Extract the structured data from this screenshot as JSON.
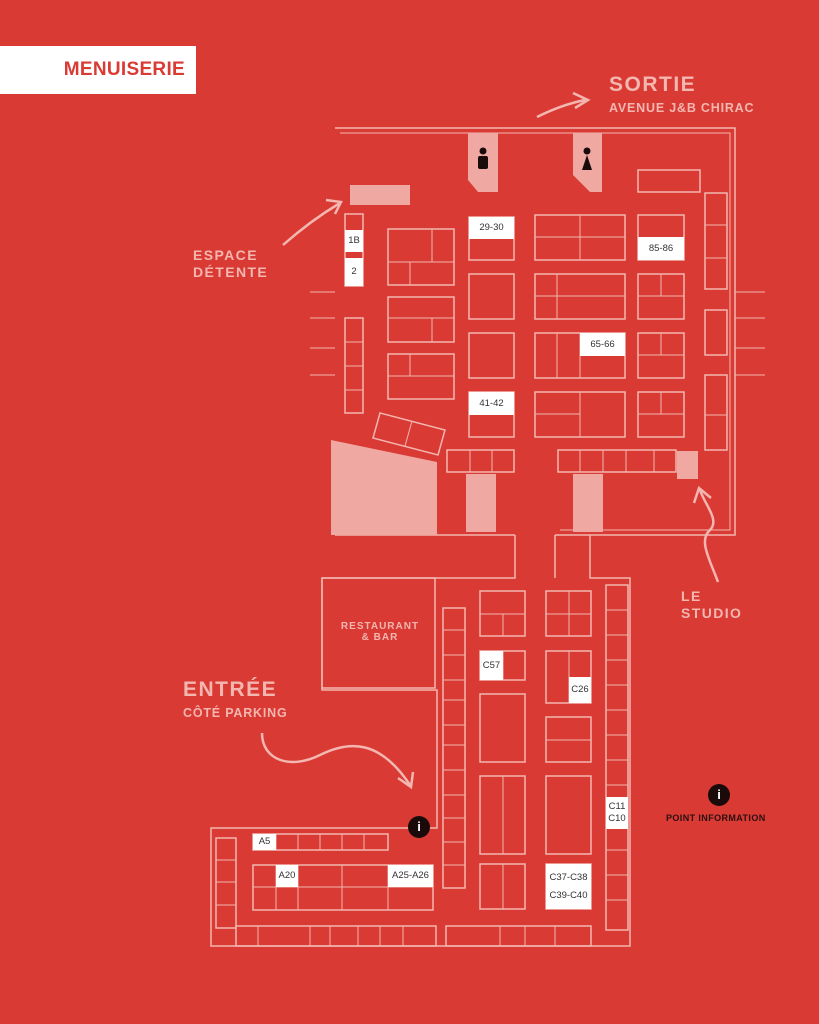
{
  "section": "MENUISERIE",
  "exit": {
    "title": "SORTIE",
    "subtitle": "AVENUE J&B CHIRAC"
  },
  "entrance": {
    "title": "ENTRÉE",
    "subtitle": "CÔTÉ PARKING"
  },
  "areas": {
    "relax": {
      "line1": "ESPACE",
      "line2": "DÉTENTE"
    },
    "studio": {
      "line1": "LE",
      "line2": "STUDIO"
    },
    "restaurant": {
      "line1": "RESTAURANT",
      "line2": "& BAR"
    }
  },
  "info_point": {
    "label": "POINT INFORMATION",
    "symbol": "i"
  },
  "stands": {
    "s1b": "1B",
    "s2": "2",
    "s29": "29-30",
    "s85": "85-86",
    "s65": "65-66",
    "s41": "41-42",
    "c57": "C57",
    "c26": "C26",
    "c11": "C11",
    "c10": "C10",
    "c37": "C37-C38",
    "c39": "C39-C40",
    "a5": "A5",
    "a20": "A20",
    "a25": "A25-A26"
  },
  "colors": {
    "background": "#d93a34",
    "lines": "#f4b6b0",
    "highlight": "#ffffff",
    "info_badge": "#1a0a0a"
  }
}
